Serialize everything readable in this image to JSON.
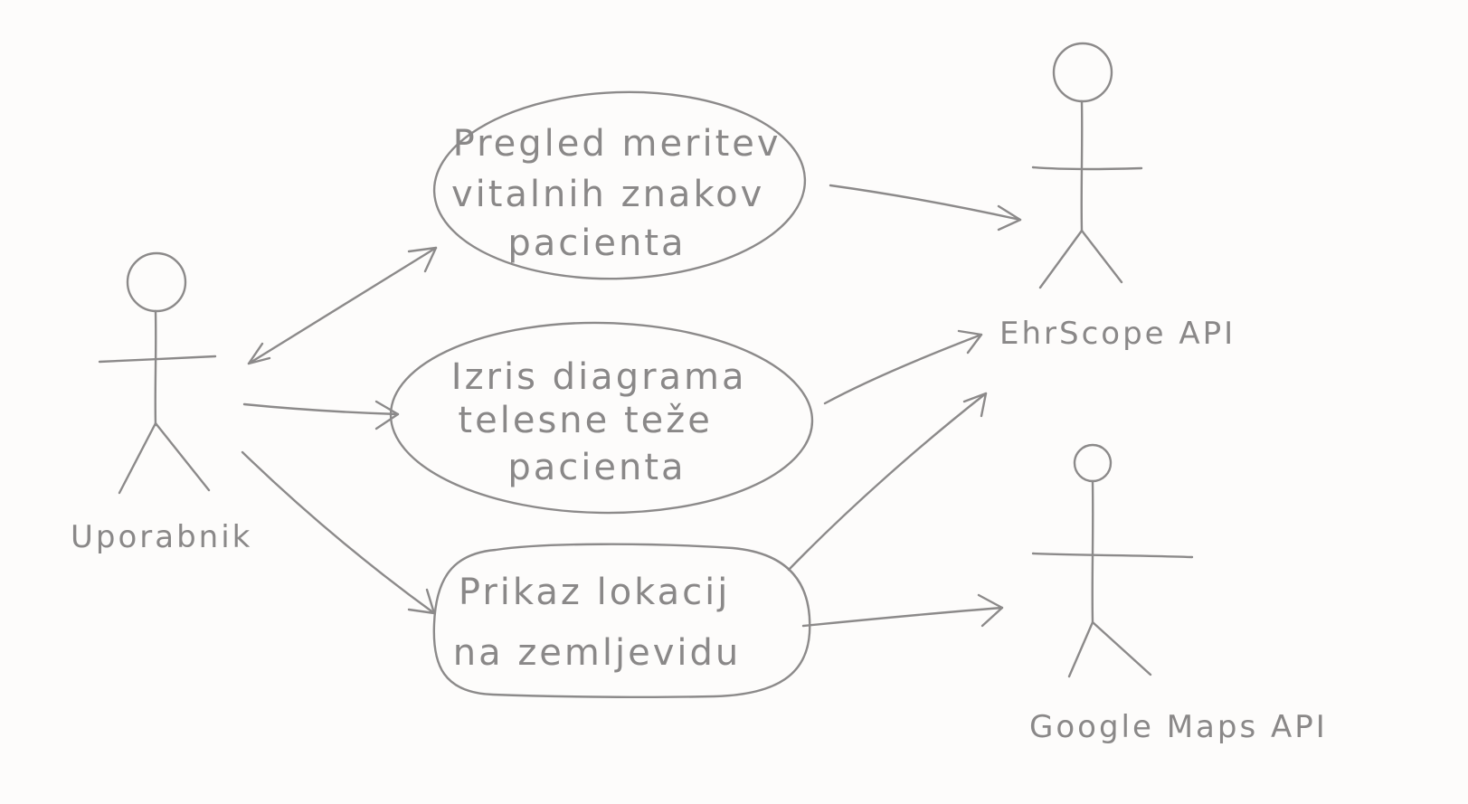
{
  "actors": {
    "user": "Uporabnik",
    "ehrscope": "EhrScope API",
    "google_maps": "Google Maps API"
  },
  "use_cases": [
    {
      "lines": [
        "Pregled meritev",
        "vitalnih znakov",
        "pacienta"
      ]
    },
    {
      "lines": [
        "Izris diagrama",
        "telesne teže",
        "pacienta"
      ]
    },
    {
      "lines": [
        "Prikaz lokacij",
        "na zemljevidu"
      ]
    }
  ],
  "colors": {
    "pencil": "#8c8a8a",
    "paper": "#fdfcfb"
  }
}
